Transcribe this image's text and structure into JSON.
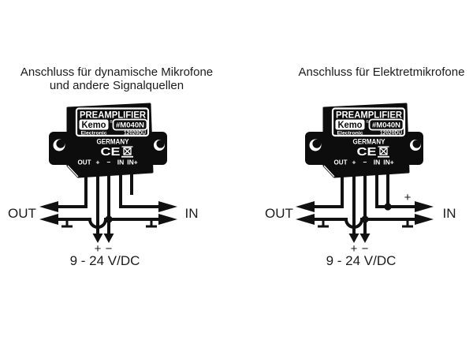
{
  "colors": {
    "ink": "#1c1c1c",
    "module_bg": "#0d0d0d",
    "module_fg": "#ffffff"
  },
  "left_diagram": {
    "title_line1": "Anschluss für dynamische Mikrofone",
    "title_line2": "und andere Signalquellen",
    "out_label": "OUT",
    "in_label": "IN",
    "plus_label": "+",
    "minus_label": "−",
    "voltage_label": "9 - 24 V/DC"
  },
  "right_diagram": {
    "title": "Anschluss für Elektretmikrofone",
    "out_label": "OUT",
    "in_label": "IN",
    "mic_bias_label": "+",
    "plus_label": "+",
    "minus_label": "−",
    "voltage_label": "9 - 24 V/DC"
  },
  "module": {
    "product_title": "PREAMPLIFIER",
    "brand": "Kemo",
    "brand_mark": "®",
    "model": "#M040N",
    "brand_sub": "Electronic",
    "serial": "12020DU",
    "country": "GERMANY",
    "ce_mark": "CE",
    "terminals": [
      "OUT",
      "+",
      "−",
      "IN",
      "IN+"
    ]
  }
}
